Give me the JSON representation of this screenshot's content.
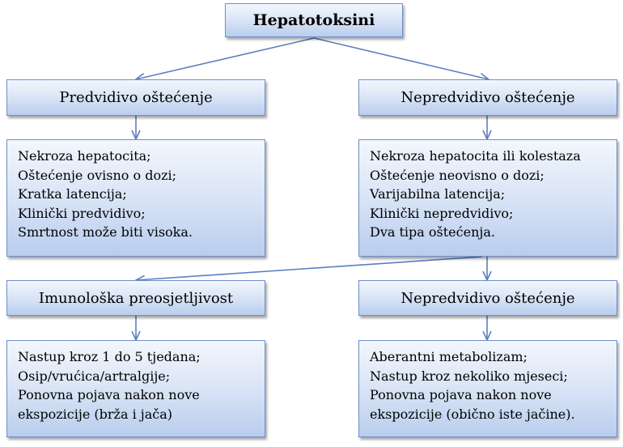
{
  "title": "Hepatotoksini",
  "left": {
    "header": "Predvidivo oštećenje",
    "lines": [
      "Nekroza hepatocita;",
      "Oštećenje ovisno o dozi;",
      "Kratka latencija;",
      "Klinički predvidivo;",
      "Smrtnost može biti visoka."
    ]
  },
  "right": {
    "header": "Nepredvidivo oštećenje",
    "lines": [
      "Nekroza hepatocita ili kolestaza",
      "Oštećenje neovisno o dozi;",
      "Varijabilna latencija;",
      "Klinički nepredvidivo;",
      "Dva tipa oštećenja."
    ]
  },
  "bottom_left": {
    "header": "Imunološka preosjetljivost",
    "lines": [
      "Nastup kroz 1 do 5 tjedana;",
      "Osip/vrućica/artralgije;",
      "Ponovna pojava nakon nove",
      "ekspozicije (brža i jača)"
    ]
  },
  "bottom_right": {
    "header": "Nepredvidivo oštećenje",
    "lines": [
      "Aberantni metabolizam;",
      "Nastup kroz nekoliko mjeseci;",
      "Ponovna pojava nakon nove",
      "ekspozicije (obično iste jačine)."
    ]
  }
}
